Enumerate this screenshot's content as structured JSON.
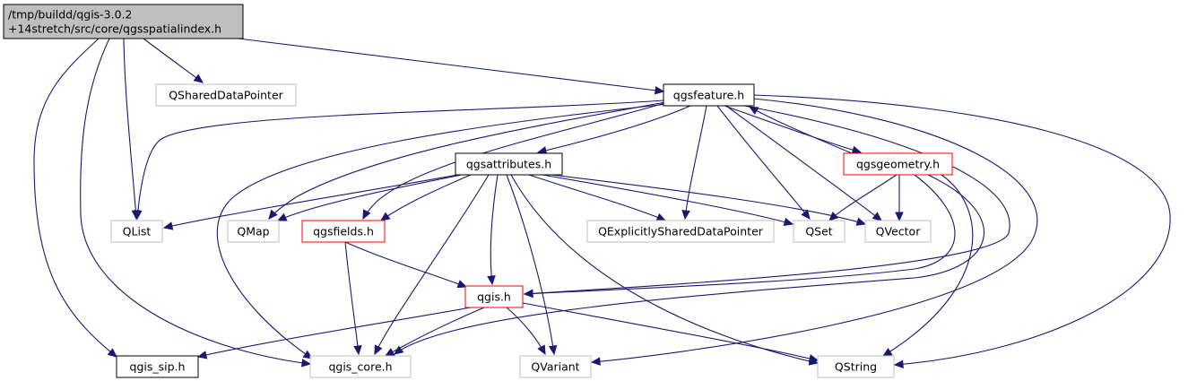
{
  "colors": {
    "edge": "#191970",
    "root_fill": "#bfbfbf",
    "external_border": "#bfbfbf",
    "documented_border": "#000000",
    "truncated_border": "#ff0000"
  },
  "nodes": {
    "root": {
      "lines": [
        "/tmp/buildd/qgis-3.0.2",
        "+14stretch/src/core/qgsspatialindex.h"
      ],
      "kind": "root"
    },
    "qshareddatapointer": {
      "lines": [
        "QSharedDataPointer"
      ],
      "kind": "external"
    },
    "qgsfeature": {
      "lines": [
        "qgsfeature.h"
      ],
      "kind": "documented"
    },
    "qgsattributes": {
      "lines": [
        "qgsattributes.h"
      ],
      "kind": "documented"
    },
    "qgsgeometry": {
      "lines": [
        "qgsgeometry.h"
      ],
      "kind": "truncated"
    },
    "qlist": {
      "lines": [
        "QList"
      ],
      "kind": "external"
    },
    "qmap": {
      "lines": [
        "QMap"
      ],
      "kind": "external"
    },
    "qgsfields": {
      "lines": [
        "qgsfields.h"
      ],
      "kind": "truncated"
    },
    "qexplicitly": {
      "lines": [
        "QExplicitlySharedDataPointer"
      ],
      "kind": "external"
    },
    "qset": {
      "lines": [
        "QSet"
      ],
      "kind": "external"
    },
    "qvector": {
      "lines": [
        "QVector"
      ],
      "kind": "external"
    },
    "qgis": {
      "lines": [
        "qgis.h"
      ],
      "kind": "truncated"
    },
    "qgis_sip": {
      "lines": [
        "qgis_sip.h"
      ],
      "kind": "documented"
    },
    "qgis_core": {
      "lines": [
        "qgis_core.h"
      ],
      "kind": "external"
    },
    "qvariant": {
      "lines": [
        "QVariant"
      ],
      "kind": "external"
    },
    "qstring": {
      "lines": [
        "QString"
      ],
      "kind": "external"
    }
  },
  "edges": [
    [
      "root",
      "qgsfeature"
    ],
    [
      "root",
      "qshareddatapointer"
    ],
    [
      "root",
      "qlist"
    ],
    [
      "root",
      "qgis_sip"
    ],
    [
      "root",
      "qgis_core"
    ],
    [
      "qgsfeature",
      "qgsattributes"
    ],
    [
      "qgsfeature",
      "qgsgeometry"
    ],
    [
      "qgsfeature",
      "qlist"
    ],
    [
      "qgsfeature",
      "qmap"
    ],
    [
      "qgsfeature",
      "qgsfields"
    ],
    [
      "qgsfeature",
      "qexplicitly"
    ],
    [
      "qgsfeature",
      "qset"
    ],
    [
      "qgsfeature",
      "qvector"
    ],
    [
      "qgsfeature",
      "qgis"
    ],
    [
      "qgsfeature",
      "qgis_core"
    ],
    [
      "qgsfeature",
      "qvariant"
    ],
    [
      "qgsfeature",
      "qstring"
    ],
    [
      "qgsattributes",
      "qlist"
    ],
    [
      "qgsattributes",
      "qmap"
    ],
    [
      "qgsattributes",
      "qgsfields"
    ],
    [
      "qgsattributes",
      "qexplicitly"
    ],
    [
      "qgsattributes",
      "qset"
    ],
    [
      "qgsattributes",
      "qvector"
    ],
    [
      "qgsattributes",
      "qgis"
    ],
    [
      "qgsattributes",
      "qgis_core"
    ],
    [
      "qgsattributes",
      "qvariant"
    ],
    [
      "qgsattributes",
      "qstring"
    ],
    [
      "qgsgeometry",
      "qgsfeature"
    ],
    [
      "qgsgeometry",
      "qset"
    ],
    [
      "qgsgeometry",
      "qvector"
    ],
    [
      "qgsgeometry",
      "qgis"
    ],
    [
      "qgsgeometry",
      "qgis_core"
    ],
    [
      "qgsgeometry",
      "qstring"
    ],
    [
      "qgsfields",
      "qgis"
    ],
    [
      "qgsfields",
      "qgis_core"
    ],
    [
      "qgis",
      "qgis_sip"
    ],
    [
      "qgis",
      "qgis_core"
    ],
    [
      "qgis",
      "qvariant"
    ],
    [
      "qgis",
      "qstring"
    ]
  ]
}
